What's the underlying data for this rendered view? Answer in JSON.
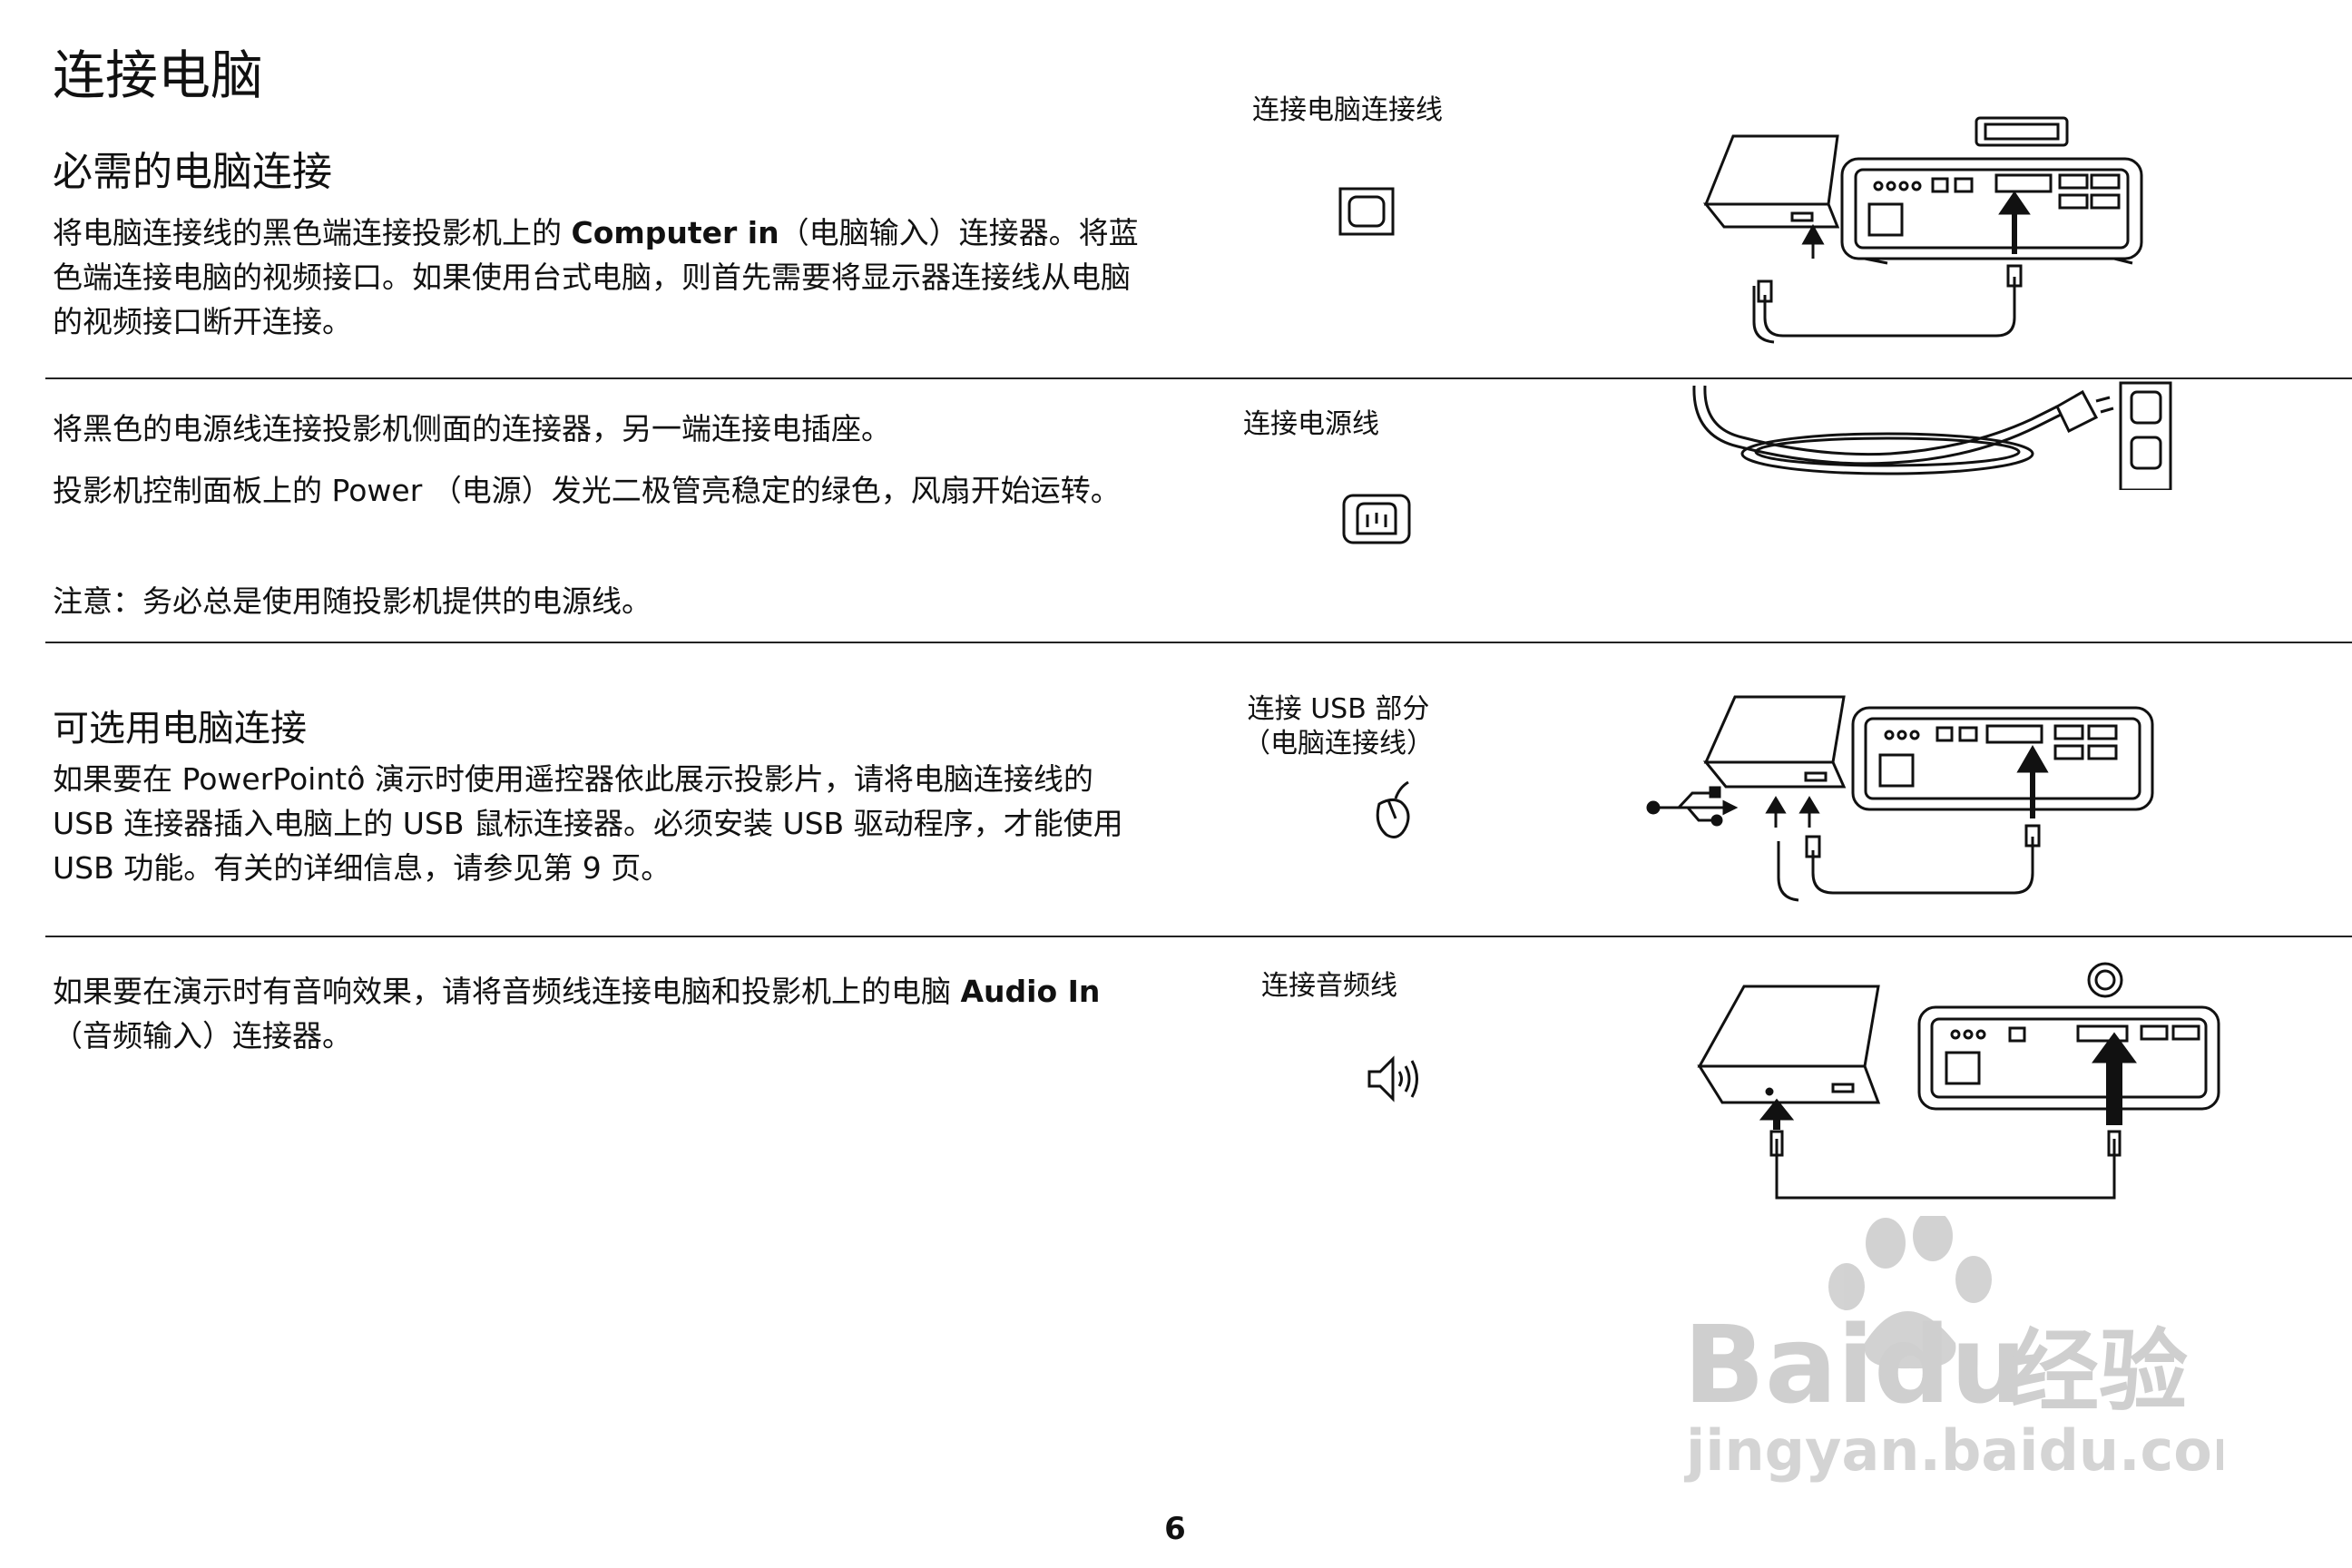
{
  "page_title": "连接电脑",
  "sections": [
    {
      "heading": "必需的电脑连接",
      "paragraph": {
        "before": "将电脑连接线的黑色端连接投影机上的 ",
        "bold": "Computer in",
        "after": "（电脑输入）连接器。将蓝色端连接电脑的视频接口。如果使用台式电脑，则首先需要将显示器连接线从电脑的视频接口断开连接。"
      },
      "caption": "连接电脑连接线",
      "icon": "monitor-icon"
    },
    {
      "paragraphs": [
        "将黑色的电源线连接投影机侧面的连接器，另一端连接电插座。",
        "投影机控制面板上的 Power （电源）发光二极管亮稳定的绿色，风扇开始运转。",
        "注意：务必总是使用随投影机提供的电源线。"
      ],
      "caption": "连接电源线",
      "icon": "power-socket-icon"
    },
    {
      "heading": "可选用电脑连接",
      "paragraph": "如果要在 PowerPointô 演示时使用遥控器依此展示投影片，请将电脑连接线的 USB 连接器插入电脑上的 USB 鼠标连接器。必须安装 USB 驱动程序，才能使用 USB 功能。有关的详细信息，请参见第 9 页。",
      "caption_line1": "连接 USB 部分",
      "caption_line2": "（电脑连接线）",
      "icon": "mouse-icon",
      "usb_icon": "usb-icon"
    },
    {
      "paragraph": {
        "before": "如果要在演示时有音响效果，请将音频线连接电脑和投影机上的电脑 ",
        "bold": "Audio In",
        "after": " （音频输入）连接器。"
      },
      "caption": "连接音频线",
      "icon": "speaker-icon"
    }
  ],
  "page_number": "6",
  "watermark": {
    "brand": "Baidu",
    "brand_cn": "经验",
    "url": "jingyan.baidu.com"
  },
  "colors": {
    "text": "#111111",
    "rule": "#222222",
    "watermark": "#c8c8c8"
  }
}
